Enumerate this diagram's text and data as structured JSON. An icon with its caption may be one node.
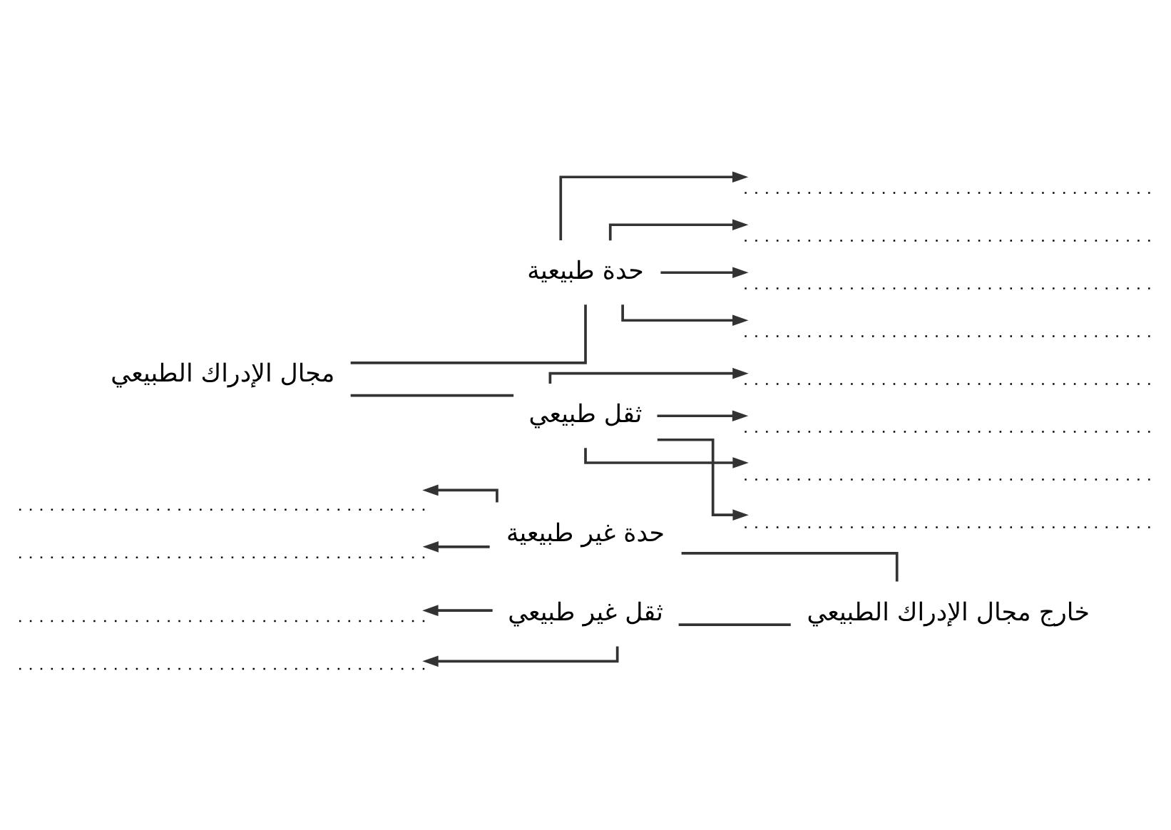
{
  "diagram": {
    "nodes": [
      {
        "text": [
          "خارج مجال الإدراك الطبيعي"
        ]
      },
      {
        "text": [
          "حدة غير طبيعية"
        ]
      },
      {
        "text": [],
        "shape": "line"
      },
      {
        "text": [],
        "shape": "line"
      },
      {
        "text": [
          "مجال الإدراك الطبيعي"
        ]
      },
      {
        "text": [
          "حدة طبيعية"
        ]
      },
      {
        "text": [],
        "shape": "line"
      },
      {
        "text": [],
        "shape": "line"
      },
      {
        "text": [],
        "shape": "line"
      },
      {
        "text": [],
        "shape": "line"
      },
      {
        "text": [
          "ثقل طبيعي"
        ]
      },
      {
        "text": [],
        "shape": "line"
      },
      {
        "text": [],
        "shape": "line"
      },
      {
        "text": [],
        "shape": "line"
      },
      {
        "text": [],
        "shape": "line"
      },
      {
        "text": [
          "ثقل غير طبيعي"
        ]
      },
      {
        "text": [],
        "shape": "line"
      },
      {
        "text": [],
        "shape": "line"
      }
    ],
    "edges": [
      {
        "from": 0,
        "to": 1,
        "arrow": "none"
      },
      {
        "from": 0,
        "to": 15,
        "arrow": "none"
      },
      {
        "from": 1,
        "to": 2,
        "arrow": "to"
      },
      {
        "from": 1,
        "to": 3,
        "arrow": "to"
      },
      {
        "from": 4,
        "to": 5,
        "arrow": "none"
      },
      {
        "from": 4,
        "to": 10,
        "arrow": "none"
      },
      {
        "from": 5,
        "to": 6,
        "arrow": "to"
      },
      {
        "from": 5,
        "to": 7,
        "arrow": "to"
      },
      {
        "from": 5,
        "to": 8,
        "arrow": "to"
      },
      {
        "from": 5,
        "to": 9,
        "arrow": "to"
      },
      {
        "from": 10,
        "to": 11,
        "arrow": "to"
      },
      {
        "from": 10,
        "to": 12,
        "arrow": "to"
      },
      {
        "from": 10,
        "to": 13,
        "arrow": "to"
      },
      {
        "from": 10,
        "to": 14,
        "arrow": "to"
      },
      {
        "from": 15,
        "to": 16,
        "arrow": "to"
      },
      {
        "from": 15,
        "to": 17,
        "arrow": "to"
      }
    ]
  }
}
